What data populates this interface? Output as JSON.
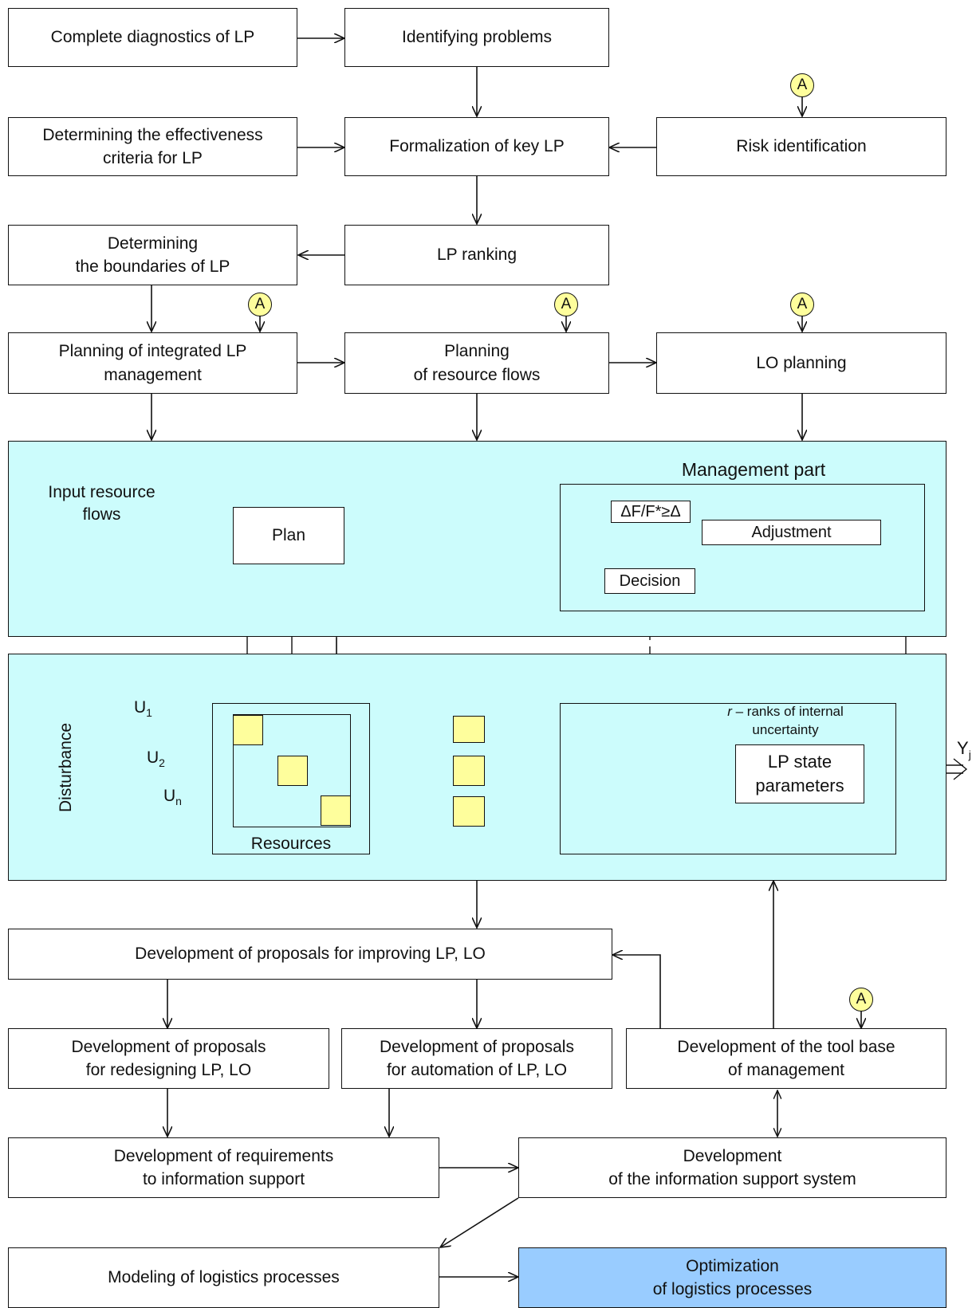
{
  "steps": {
    "complete_diagnostics": "Complete diagnostics of LP",
    "identifying_problems": "Identifying problems",
    "effectiveness_criteria": "Determining the effectiveness\ncriteria for LP",
    "formalization": "Formalization of key LP",
    "risk_identification": "Risk identification",
    "boundaries": "Determining\nthe boundaries of LP",
    "ranking": "LP ranking",
    "integrated_planning": "Planning of integrated LP\nmanagement",
    "resource_flows_planning": "Planning\nof resource flows",
    "lo_planning": "LO planning",
    "proposals_improving": "Development of proposals for improving LP, LO",
    "proposals_redesigning": "Development of proposals\nfor redesigning LP, LO",
    "proposals_automation": "Development of proposals\nfor automation of LP, LO",
    "tool_base": "Development of the tool base\nof management",
    "requirements_info": "Development of requirements\nto information support",
    "info_system": "Development\nof the information support system",
    "modeling": "Modeling of logistics processes",
    "optimization": "Optimization\nof logistics processes"
  },
  "marker_label": "A",
  "management_panel": {
    "input_label": "Input resource\nflows",
    "plan": "Plan",
    "management_part": "Management part",
    "criterion": "ΔF/F*≥Δ",
    "adjustment": "Adjustment",
    "decision": "Decision"
  },
  "process_panel": {
    "disturbance": "Disturbance",
    "u1": "U",
    "u1_sub": "1",
    "u2": "U",
    "u2_sub": "2",
    "un": "U",
    "un_sub": "n",
    "resources": "Resources",
    "uncertainty_r": "r",
    "uncertainty_text": " – ranks of internal\nuncertainty",
    "state_params": "LP state\nparameters",
    "output": "Y",
    "output_sub": "j"
  },
  "colors": {
    "panel_fill": "#ccfcfc",
    "resource_fill": "#fefe9c",
    "marker_fill": "#fefe9c",
    "optimization_fill": "#99ccff",
    "junction_dot": "#f08080"
  }
}
